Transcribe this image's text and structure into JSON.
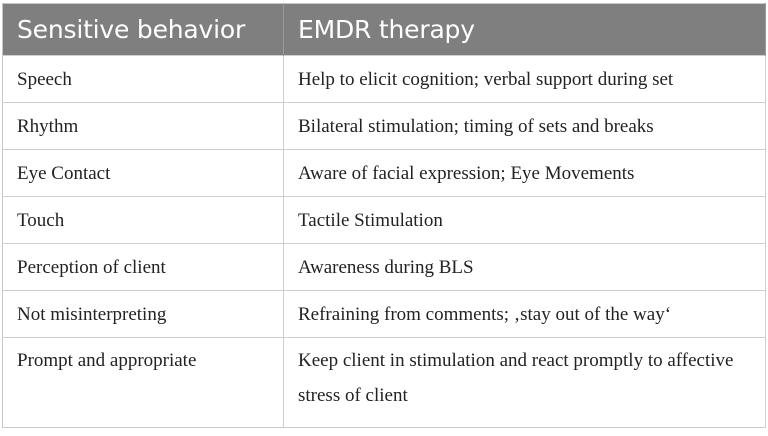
{
  "table": {
    "header_bg": "#7f7f7f",
    "headers": [
      "Sensitive behavior",
      "EMDR therapy"
    ],
    "rows": [
      {
        "behavior": "Speech",
        "therapy": "Help to elicit cognition; verbal support during set"
      },
      {
        "behavior": "Rhythm",
        "therapy": "Bilateral stimulation; timing of sets and breaks"
      },
      {
        "behavior": "Eye Contact",
        "therapy": "Aware of facial expression; Eye Movements"
      },
      {
        "behavior": "Touch",
        "therapy": "Tactile Stimulation"
      },
      {
        "behavior": "Perception of client",
        "therapy": "Awareness during BLS"
      },
      {
        "behavior": "Not misinterpreting",
        "therapy": "Refraining from comments; ‚stay out of the way‘"
      },
      {
        "behavior": "Prompt and appropriate",
        "therapy": "Keep client in stimulation and react promptly to affective stress of client"
      }
    ]
  }
}
